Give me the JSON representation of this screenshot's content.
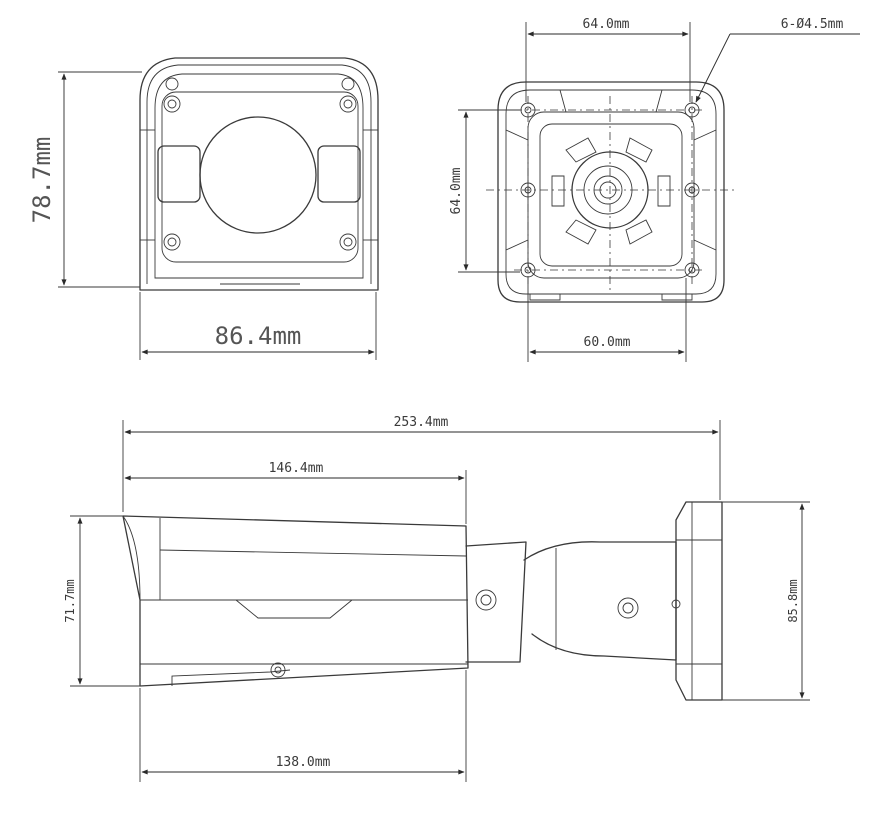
{
  "front_view": {
    "width_label": "86.4mm",
    "height_label": "78.7mm"
  },
  "mount_view": {
    "top_label": "64.0mm",
    "hole_label": "6-Ø4.5mm",
    "left_label": "64.0mm",
    "bottom_label": "60.0mm"
  },
  "side_view": {
    "total_length_label": "253.4mm",
    "housing_length_label": "146.4mm",
    "body_height_label": "71.7mm",
    "base_height_label": "85.8mm",
    "lower_length_label": "138.0mm"
  }
}
